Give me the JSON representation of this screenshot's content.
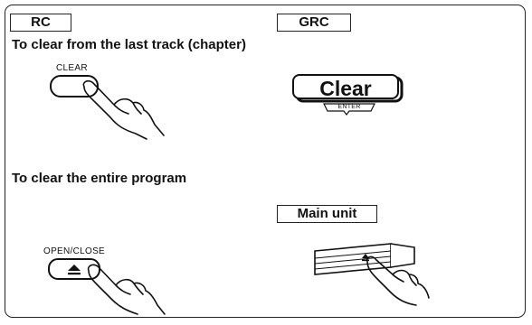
{
  "tags": {
    "rc": "RC",
    "grc": "GRC",
    "main_unit": "Main unit"
  },
  "sections": {
    "last_track": {
      "heading": "To clear from the last track (chapter)",
      "rc_button_label": "CLEAR",
      "grc_button_label": "Clear",
      "grc_sub_label": "ENTER"
    },
    "entire_program": {
      "heading": "To clear the entire program",
      "rc_button_label": "OPEN/CLOSE"
    }
  },
  "icons": {
    "eject_rc": "eject-icon",
    "eject_unit": "eject-icon"
  }
}
